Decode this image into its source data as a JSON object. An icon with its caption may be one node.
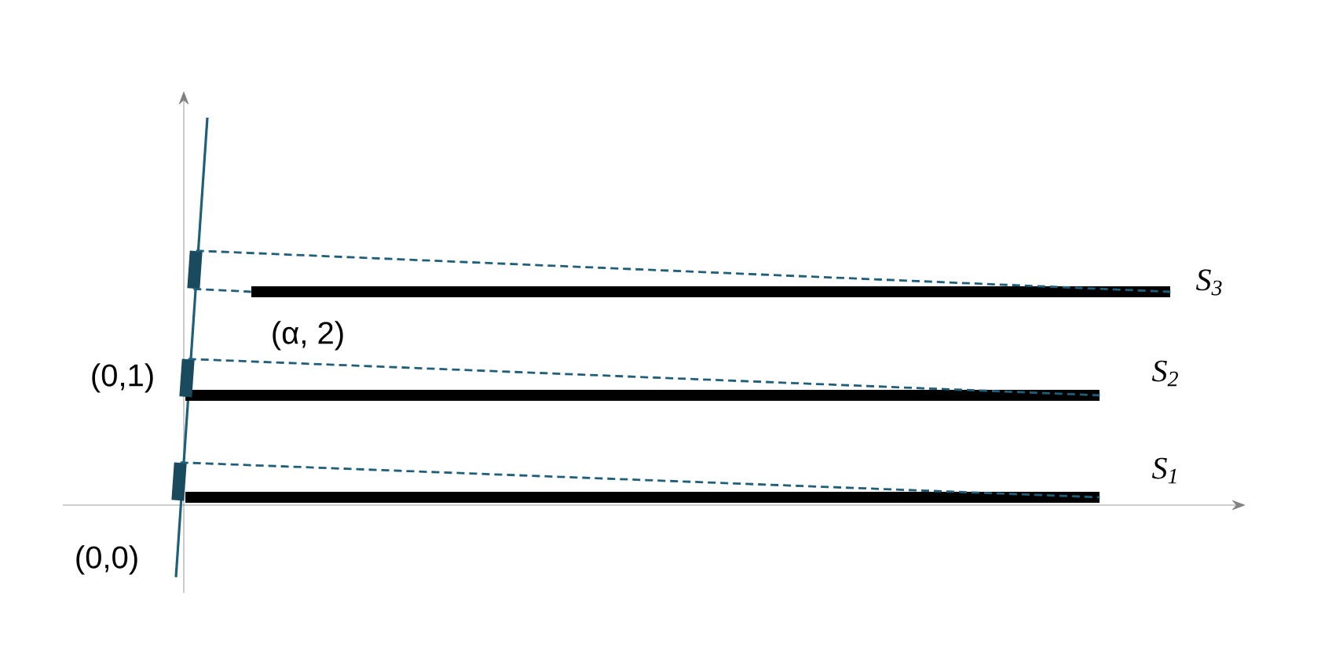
{
  "diagram": {
    "nodes": [
      {
        "text": [],
        "shape": "bar",
        "beside": [
          "S$_{1}$"
        ]
      },
      {
        "text": [],
        "shape": "bar",
        "beside": [
          "S$_{2}$"
        ]
      },
      {
        "text": [],
        "shape": "bar",
        "beside": [
          "S$_{3}$"
        ]
      },
      {
        "text": [],
        "shape": "box"
      },
      {
        "text": [],
        "shape": "box"
      },
      {
        "text": [],
        "shape": "box"
      }
    ],
    "edges": [
      {
        "from": 3,
        "to": 0,
        "arrow": "none",
        "style": "dashed"
      },
      {
        "from": 4,
        "to": 1,
        "arrow": "none",
        "style": "dashed"
      },
      {
        "from": 5,
        "to": 2,
        "arrow": "none",
        "style": "dashed"
      },
      {
        "from": 5,
        "to": 2,
        "arrow": "none",
        "style": "dashed"
      }
    ],
    "labels": [
      "(0,0)",
      "(0,1)",
      "(α, 2)"
    ]
  }
}
